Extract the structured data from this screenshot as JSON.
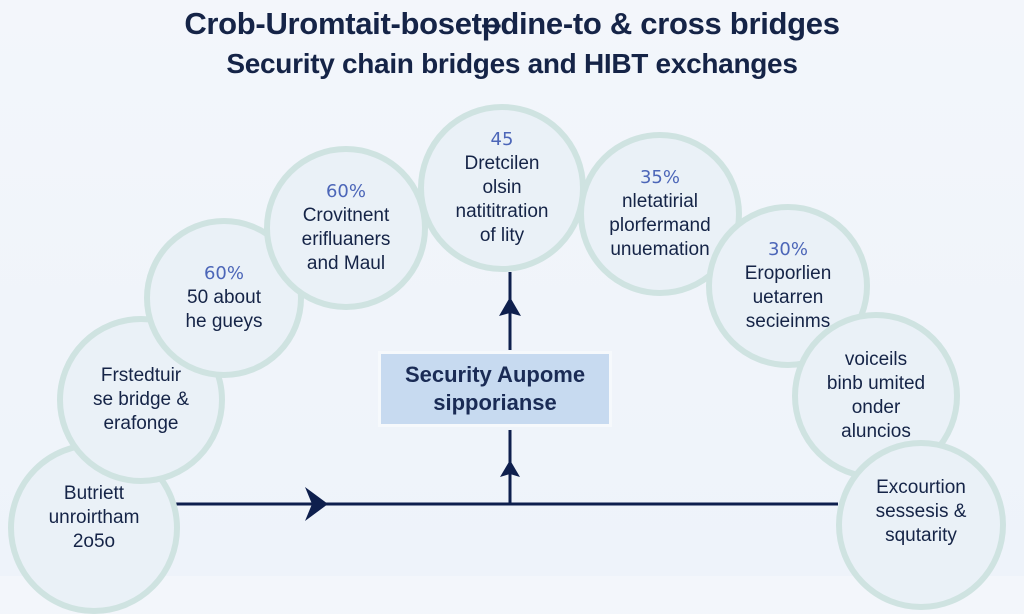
{
  "header": {
    "title": "Crob-Uromtait-bosetᵽdine-to & cross bridges",
    "subtitle": "Security chain bridges and HIBT exchanges"
  },
  "center": {
    "label": "Security Aupome\nsipporianse"
  },
  "nodes": [
    {
      "id": "n1",
      "pct": "",
      "label": "Butriett\nunroirtham\n2o5o"
    },
    {
      "id": "n2",
      "pct": "",
      "label": "Frstedtuir\nse bridge &\nerafonge"
    },
    {
      "id": "n3",
      "pct": "60%",
      "label": "50 about\nhe gueys"
    },
    {
      "id": "n4",
      "pct": "60%",
      "label": "Crovitnent\nerifluaners\nand Maul"
    },
    {
      "id": "n5",
      "pct": "45",
      "label": "Dretcilen\nolsin\nnatititration\nof lity"
    },
    {
      "id": "n6",
      "pct": "35%",
      "label": "nletatirial\nplorfermand\nunuemation"
    },
    {
      "id": "n7",
      "pct": "30%",
      "label": "Eroporlien\nuetarren\nsecieinms"
    },
    {
      "id": "n8",
      "pct": "",
      "label": "voiceils\nbinb umited\nonder\naluncios"
    },
    {
      "id": "n9",
      "pct": "",
      "label": "Excourtion\nsessesis &\nsqutarity"
    }
  ],
  "colors": {
    "text": "#152447",
    "accent_pct": "#4c66b8",
    "node_fill": "#eaf1f7",
    "node_border": "#cfe3e1",
    "center_fill": "#c7daf0",
    "line": "#0e1f4d"
  }
}
